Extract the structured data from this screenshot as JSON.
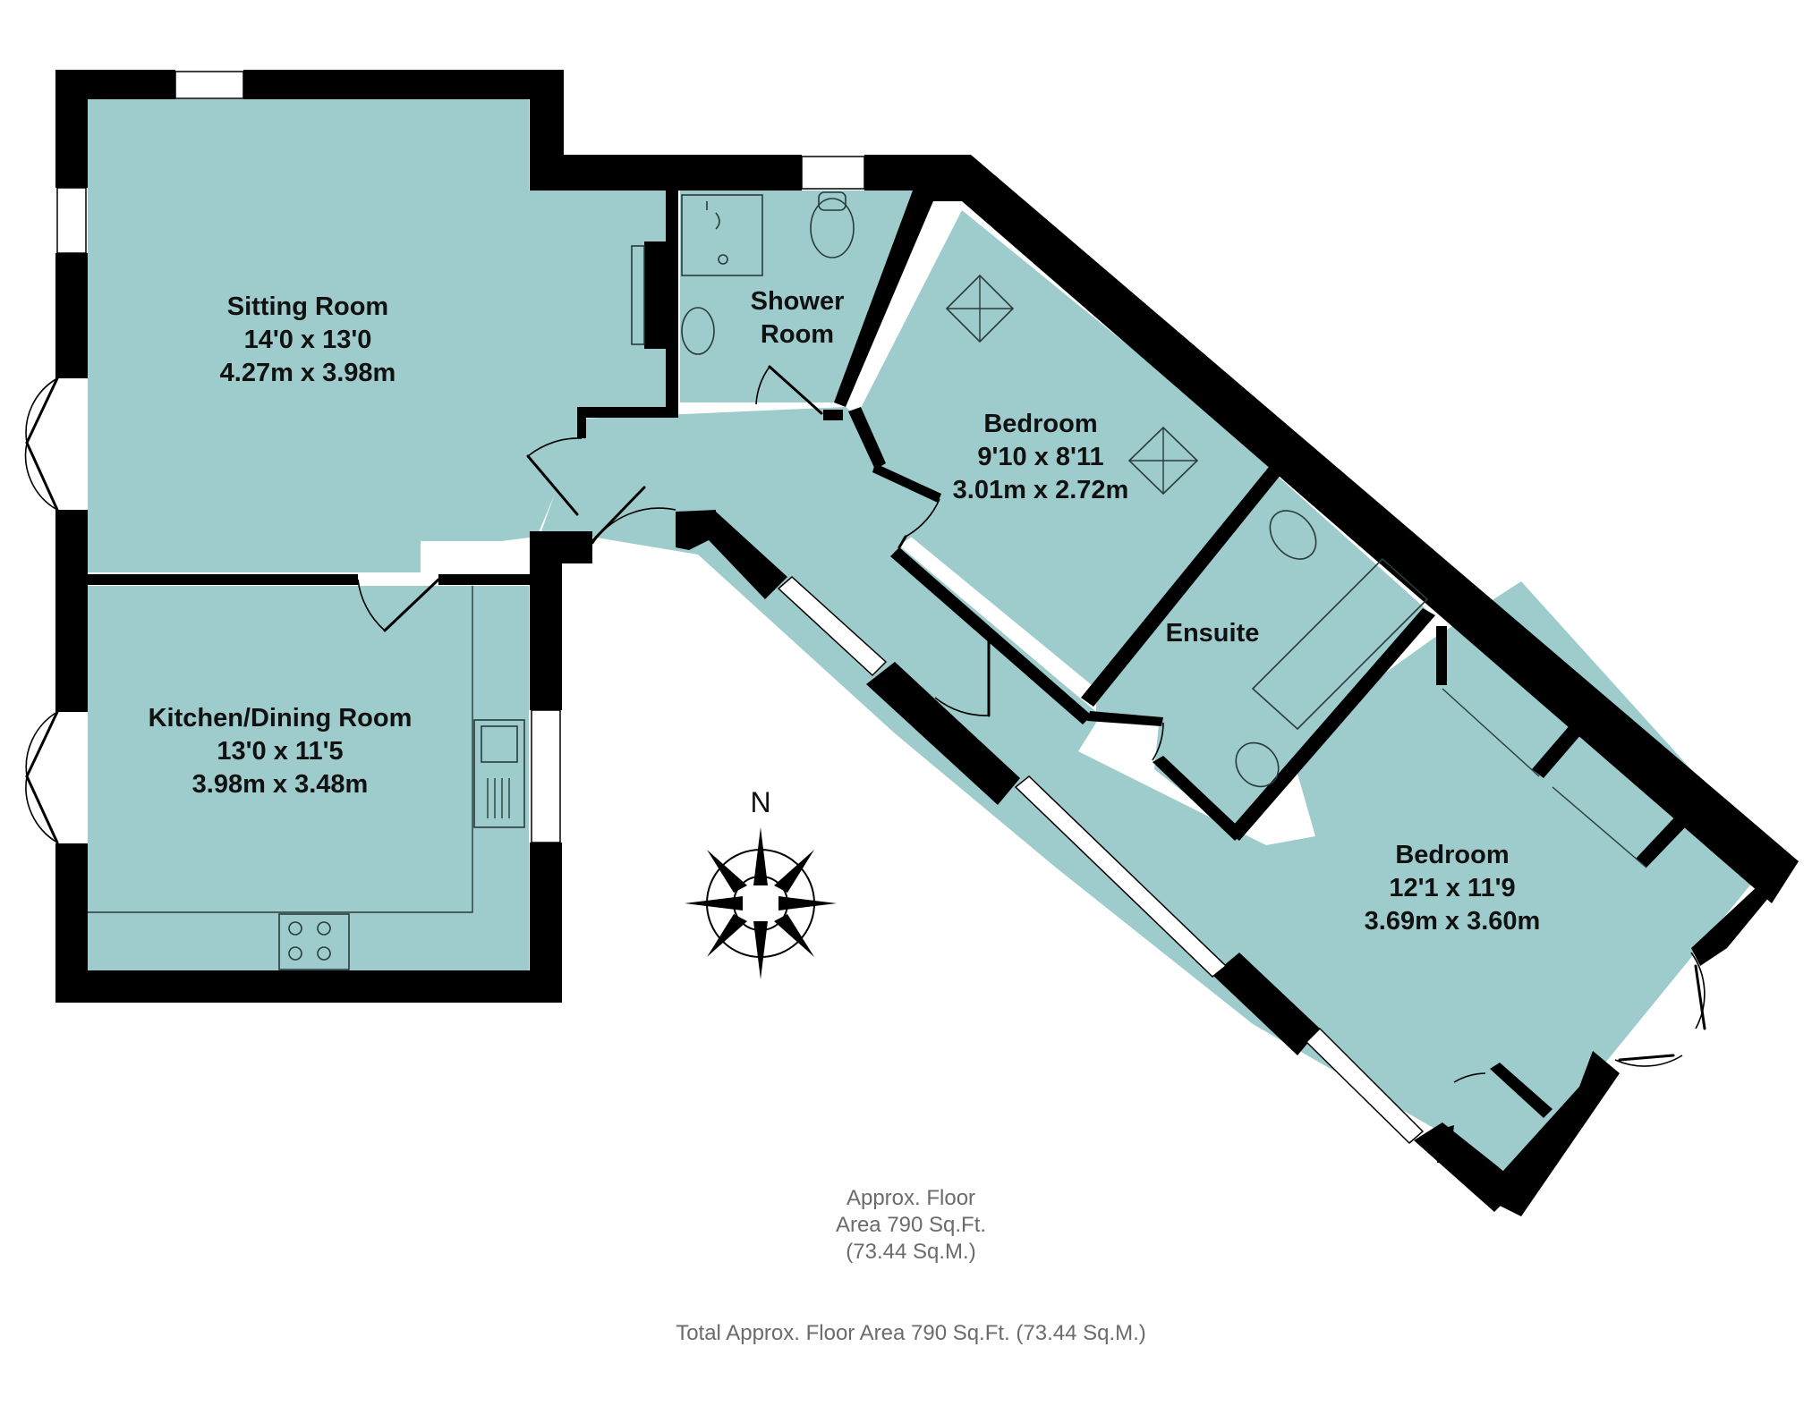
{
  "rooms": {
    "sitting": {
      "name": "Sitting Room",
      "imperial": "14'0 x 13'0",
      "metric": "4.27m x 3.98m"
    },
    "kitchen": {
      "name": "Kitchen/Dining Room",
      "imperial": "13'0 x 11'5",
      "metric": "3.98m x 3.48m"
    },
    "shower": {
      "name_line1": "Shower",
      "name_line2": "Room"
    },
    "bedroom1": {
      "name": "Bedroom",
      "imperial": "9'10 x 8'11",
      "metric": "3.01m x 2.72m"
    },
    "ensuite": {
      "name": "Ensuite"
    },
    "bedroom2": {
      "name": "Bedroom",
      "imperial": "12'1 x 11'9",
      "metric": "3.69m x 3.60m"
    }
  },
  "compass": {
    "north_label": "N"
  },
  "floor_area": {
    "line1": "Approx. Floor",
    "line2": "Area 790 Sq.Ft.",
    "line3": "(73.44 Sq.M.)"
  },
  "total_area": "Total Approx. Floor Area 790 Sq.Ft. (73.44 Sq.M.)",
  "colors": {
    "room_fill": "#9ecbcb",
    "wall": "#000000",
    "background": "#ffffff"
  }
}
